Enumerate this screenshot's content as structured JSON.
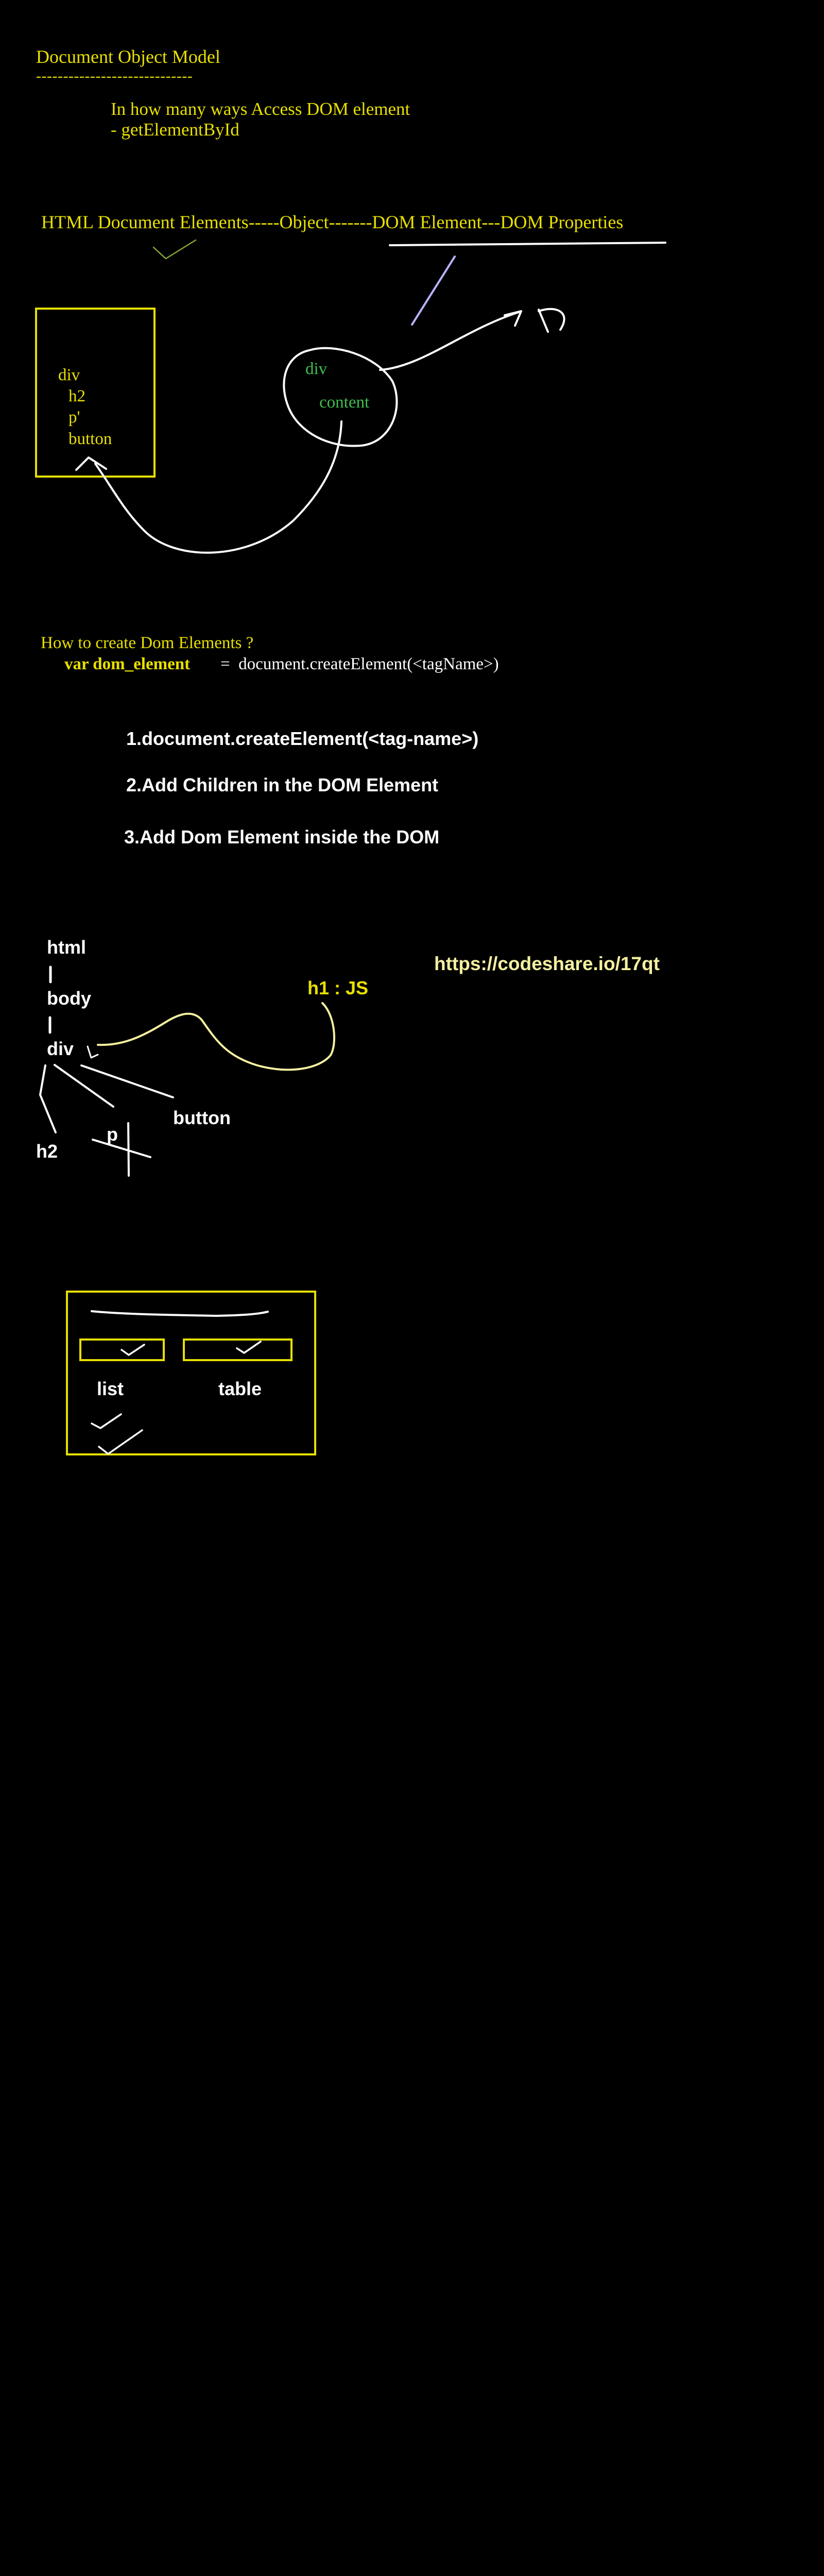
{
  "header": {
    "title": "Document Object Model",
    "underline": "-----------------------------",
    "question": "In how many ways Access DOM element",
    "answer_item": "- getElementById"
  },
  "flow": {
    "text": "HTML Document Elements-----Object-------DOM Element---DOM Properties"
  },
  "html_box": {
    "items": [
      "div",
      "h2",
      "p'",
      "button"
    ]
  },
  "dom_blob": {
    "tag": "div",
    "content": "content"
  },
  "create_section": {
    "question": "How to create Dom Elements ?",
    "code_keyword": "var dom_element",
    "code_rest": "=  document.createElement(<tagName>)",
    "steps": [
      "1.document.createElement(<tag-name>)",
      "2.Add Children in the DOM Element",
      "3.Add Dom Element inside the DOM"
    ]
  },
  "tree": {
    "html": "html",
    "body": "body",
    "div": "div",
    "h2": "h2",
    "p": "p",
    "button": "button",
    "note": "h1 : JS",
    "link": "https://codeshare.io/17qt"
  },
  "sketch_box": {
    "list_label": "list",
    "table_label": "table"
  }
}
